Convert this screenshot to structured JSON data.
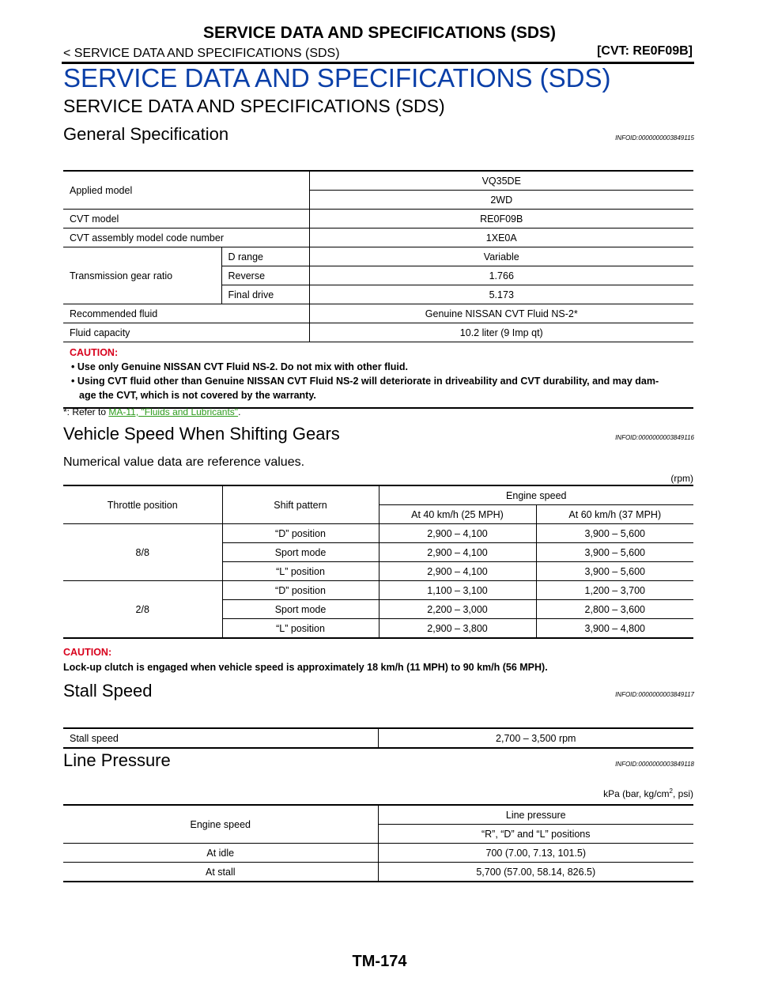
{
  "header": {
    "title": "SERVICE DATA AND SPECIFICATIONS (SDS)",
    "breadcrumb": "< SERVICE DATA AND SPECIFICATIONS (SDS)",
    "model_tag": "[CVT: RE0F09B]"
  },
  "page_title": "SERVICE DATA AND SPECIFICATIONS (SDS)",
  "section_title": "SERVICE DATA AND SPECIFICATIONS (SDS)",
  "general": {
    "heading": "General Specification",
    "infoid": "INFOID:0000000003849115",
    "applied_model_label": "Applied model",
    "engine": "VQ35DE",
    "drive": "2WD",
    "cvt_model_label": "CVT model",
    "cvt_model": "RE0F09B",
    "code_label": "CVT assembly model code number",
    "code": "1XE0A",
    "gear_ratio_label": "Transmission gear ratio",
    "ratios": [
      {
        "name": "D range",
        "value": "Variable"
      },
      {
        "name": "Reverse",
        "value": "1.766"
      },
      {
        "name": "Final drive",
        "value": "5.173"
      }
    ],
    "fluid_label": "Recommended fluid",
    "fluid": "Genuine NISSAN CVT Fluid NS-2*",
    "capacity_label": "Fluid capacity",
    "capacity": "10.2 liter (9 Imp qt)",
    "caution_label": "CAUTION:",
    "caution_1": "Use only Genuine NISSAN CVT Fluid NS-2. Do not mix with other fluid.",
    "caution_2a": "Using CVT fluid other than Genuine NISSAN CVT Fluid NS-2 will deteriorate in driveability and CVT durability, and may dam-",
    "caution_2b": "age the CVT, which is not covered by the warranty.",
    "note_prefix": "*: Refer to ",
    "note_link": "MA-11, \"Fluids and Lubricants\"",
    "note_suffix": "."
  },
  "shift": {
    "heading": "Vehicle Speed When Shifting Gears",
    "infoid": "INFOID:0000000003849116",
    "intro": "Numerical value data are reference values.",
    "unit": "(rpm)",
    "col_throttle": "Throttle position",
    "col_pattern": "Shift pattern",
    "col_engine": "Engine speed",
    "col_40": "At 40 km/h (25 MPH)",
    "col_60": "At 60 km/h (37 MPH)",
    "groups": [
      {
        "throttle": "8/8",
        "rows": [
          {
            "pattern": "“D” position",
            "a": "2,900 – 4,100",
            "b": "3,900 – 5,600"
          },
          {
            "pattern": "Sport mode",
            "a": "2,900 – 4,100",
            "b": "3,900 – 5,600"
          },
          {
            "pattern": "“L” position",
            "a": "2,900 – 4,100",
            "b": "3,900 – 5,600"
          }
        ]
      },
      {
        "throttle": "2/8",
        "rows": [
          {
            "pattern": "“D” position",
            "a": "1,100 – 3,100",
            "b": "1,200 – 3,700"
          },
          {
            "pattern": "Sport mode",
            "a": "2,200 – 3,000",
            "b": "2,800 – 3,600"
          },
          {
            "pattern": "“L” position",
            "a": "2,900 – 3,800",
            "b": "3,900 – 4,800"
          }
        ]
      }
    ],
    "caution_label": "CAUTION:",
    "caution": "Lock-up clutch is engaged when vehicle speed is approximately 18 km/h (11 MPH) to 90 km/h (56 MPH)."
  },
  "stall": {
    "heading": "Stall Speed",
    "infoid": "INFOID:0000000003849117",
    "label": "Stall speed",
    "value": "2,700 – 3,500 rpm"
  },
  "line": {
    "heading": "Line Pressure",
    "infoid": "INFOID:0000000003849118",
    "unit_pre": "kPa (bar, kg/cm",
    "unit_sup": "2",
    "unit_post": ", psi)",
    "col_engine": "Engine speed",
    "col_pressure": "Line pressure",
    "col_positions": "“R”, “D” and “L” positions",
    "rows": [
      {
        "speed": "At idle",
        "value": "700 (7.00, 7.13, 101.5)"
      },
      {
        "speed": "At stall",
        "value": "5,700 (57.00, 58.14, 826.5)"
      }
    ]
  },
  "footer": "TM-174"
}
